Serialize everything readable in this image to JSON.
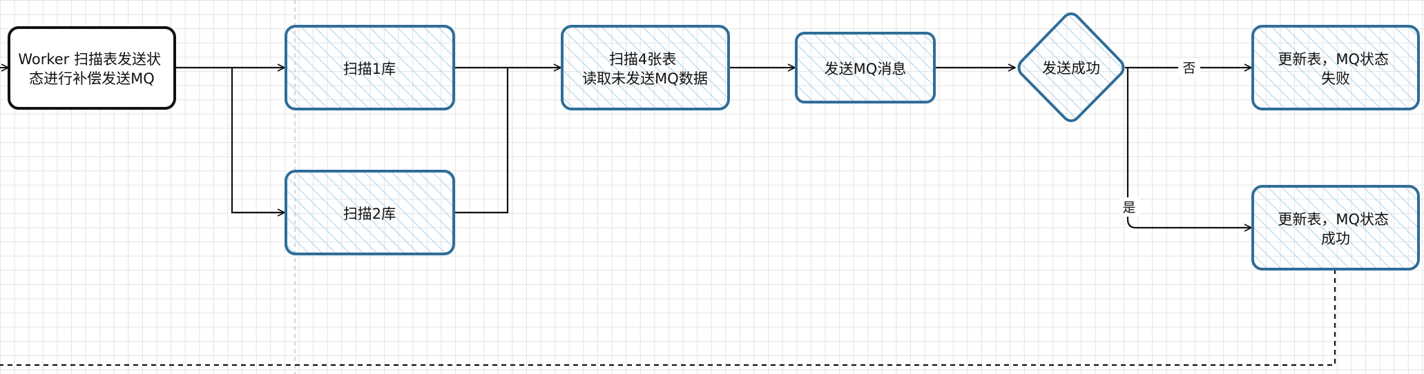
{
  "colors": {
    "start_stroke": "#111111",
    "process_stroke": "#2f6d99",
    "hatch": "#a9d0ea",
    "edge": "#111111"
  },
  "nodes": {
    "start": {
      "lines": [
        "Worker 扫描表发送状",
        "态进行补偿发送MQ"
      ]
    },
    "scan_db1": {
      "lines": [
        "扫描1库"
      ]
    },
    "scan_db2": {
      "lines": [
        "扫描2库"
      ]
    },
    "scan_tables": {
      "lines": [
        "扫描4张表",
        "读取未发送MQ数据"
      ]
    },
    "send_mq": {
      "lines": [
        "发送MQ消息"
      ]
    },
    "decision": {
      "lines": [
        "发送成功"
      ]
    },
    "update_fail": {
      "lines": [
        "更新表，MQ状态",
        "失败"
      ]
    },
    "update_success": {
      "lines": [
        "更新表，MQ状态",
        "成功"
      ]
    }
  },
  "edges": {
    "no_label": "否",
    "yes_label": "是"
  }
}
